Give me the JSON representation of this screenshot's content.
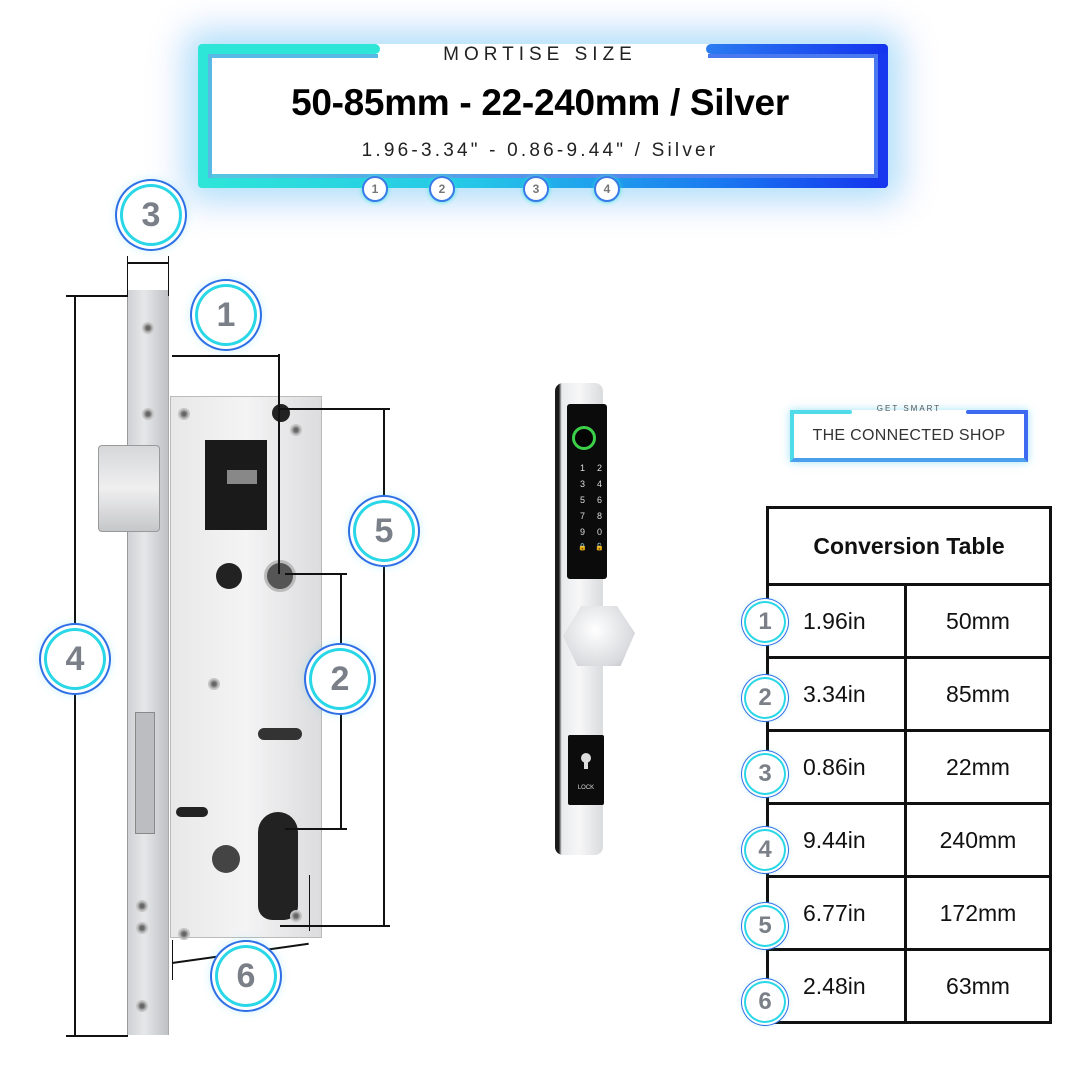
{
  "header": {
    "subtitle": "MORTISE SIZE",
    "title": "50-85mm - 22-240mm / Silver",
    "imperial": "1.96-3.34\" - 0.86-9.44\" / Silver",
    "step_badges": [
      "1",
      "2",
      "3",
      "4"
    ]
  },
  "colors": {
    "neon_cyan": "#2ee6d8",
    "neon_blue": "#1433ee",
    "badge_text": "#7a7f88",
    "fingerprint_ring": "#3cd04a"
  },
  "diagram": {
    "callouts": [
      {
        "id": "1",
        "label": "1"
      },
      {
        "id": "2",
        "label": "2"
      },
      {
        "id": "3",
        "label": "3"
      },
      {
        "id": "4",
        "label": "4"
      },
      {
        "id": "5",
        "label": "5"
      },
      {
        "id": "6",
        "label": "6"
      }
    ]
  },
  "smart_lock": {
    "keypad_keys": [
      "1",
      "2",
      "3",
      "4",
      "5",
      "6",
      "7",
      "8",
      "9",
      "0",
      "🔒",
      "🔓"
    ],
    "key_label": "LOCK"
  },
  "logo": {
    "tagline": "GET SMART",
    "name": "THE CONNECTED SHOP"
  },
  "conversion_table": {
    "title": "Conversion Table",
    "rows": [
      {
        "num": "1",
        "inches": "1.96in",
        "mm": "50mm"
      },
      {
        "num": "2",
        "inches": "3.34in",
        "mm": "85mm"
      },
      {
        "num": "3",
        "inches": "0.86in",
        "mm": "22mm"
      },
      {
        "num": "4",
        "inches": "9.44in",
        "mm": "240mm"
      },
      {
        "num": "5",
        "inches": "6.77in",
        "mm": "172mm"
      },
      {
        "num": "6",
        "inches": "2.48in",
        "mm": "63mm"
      }
    ]
  }
}
